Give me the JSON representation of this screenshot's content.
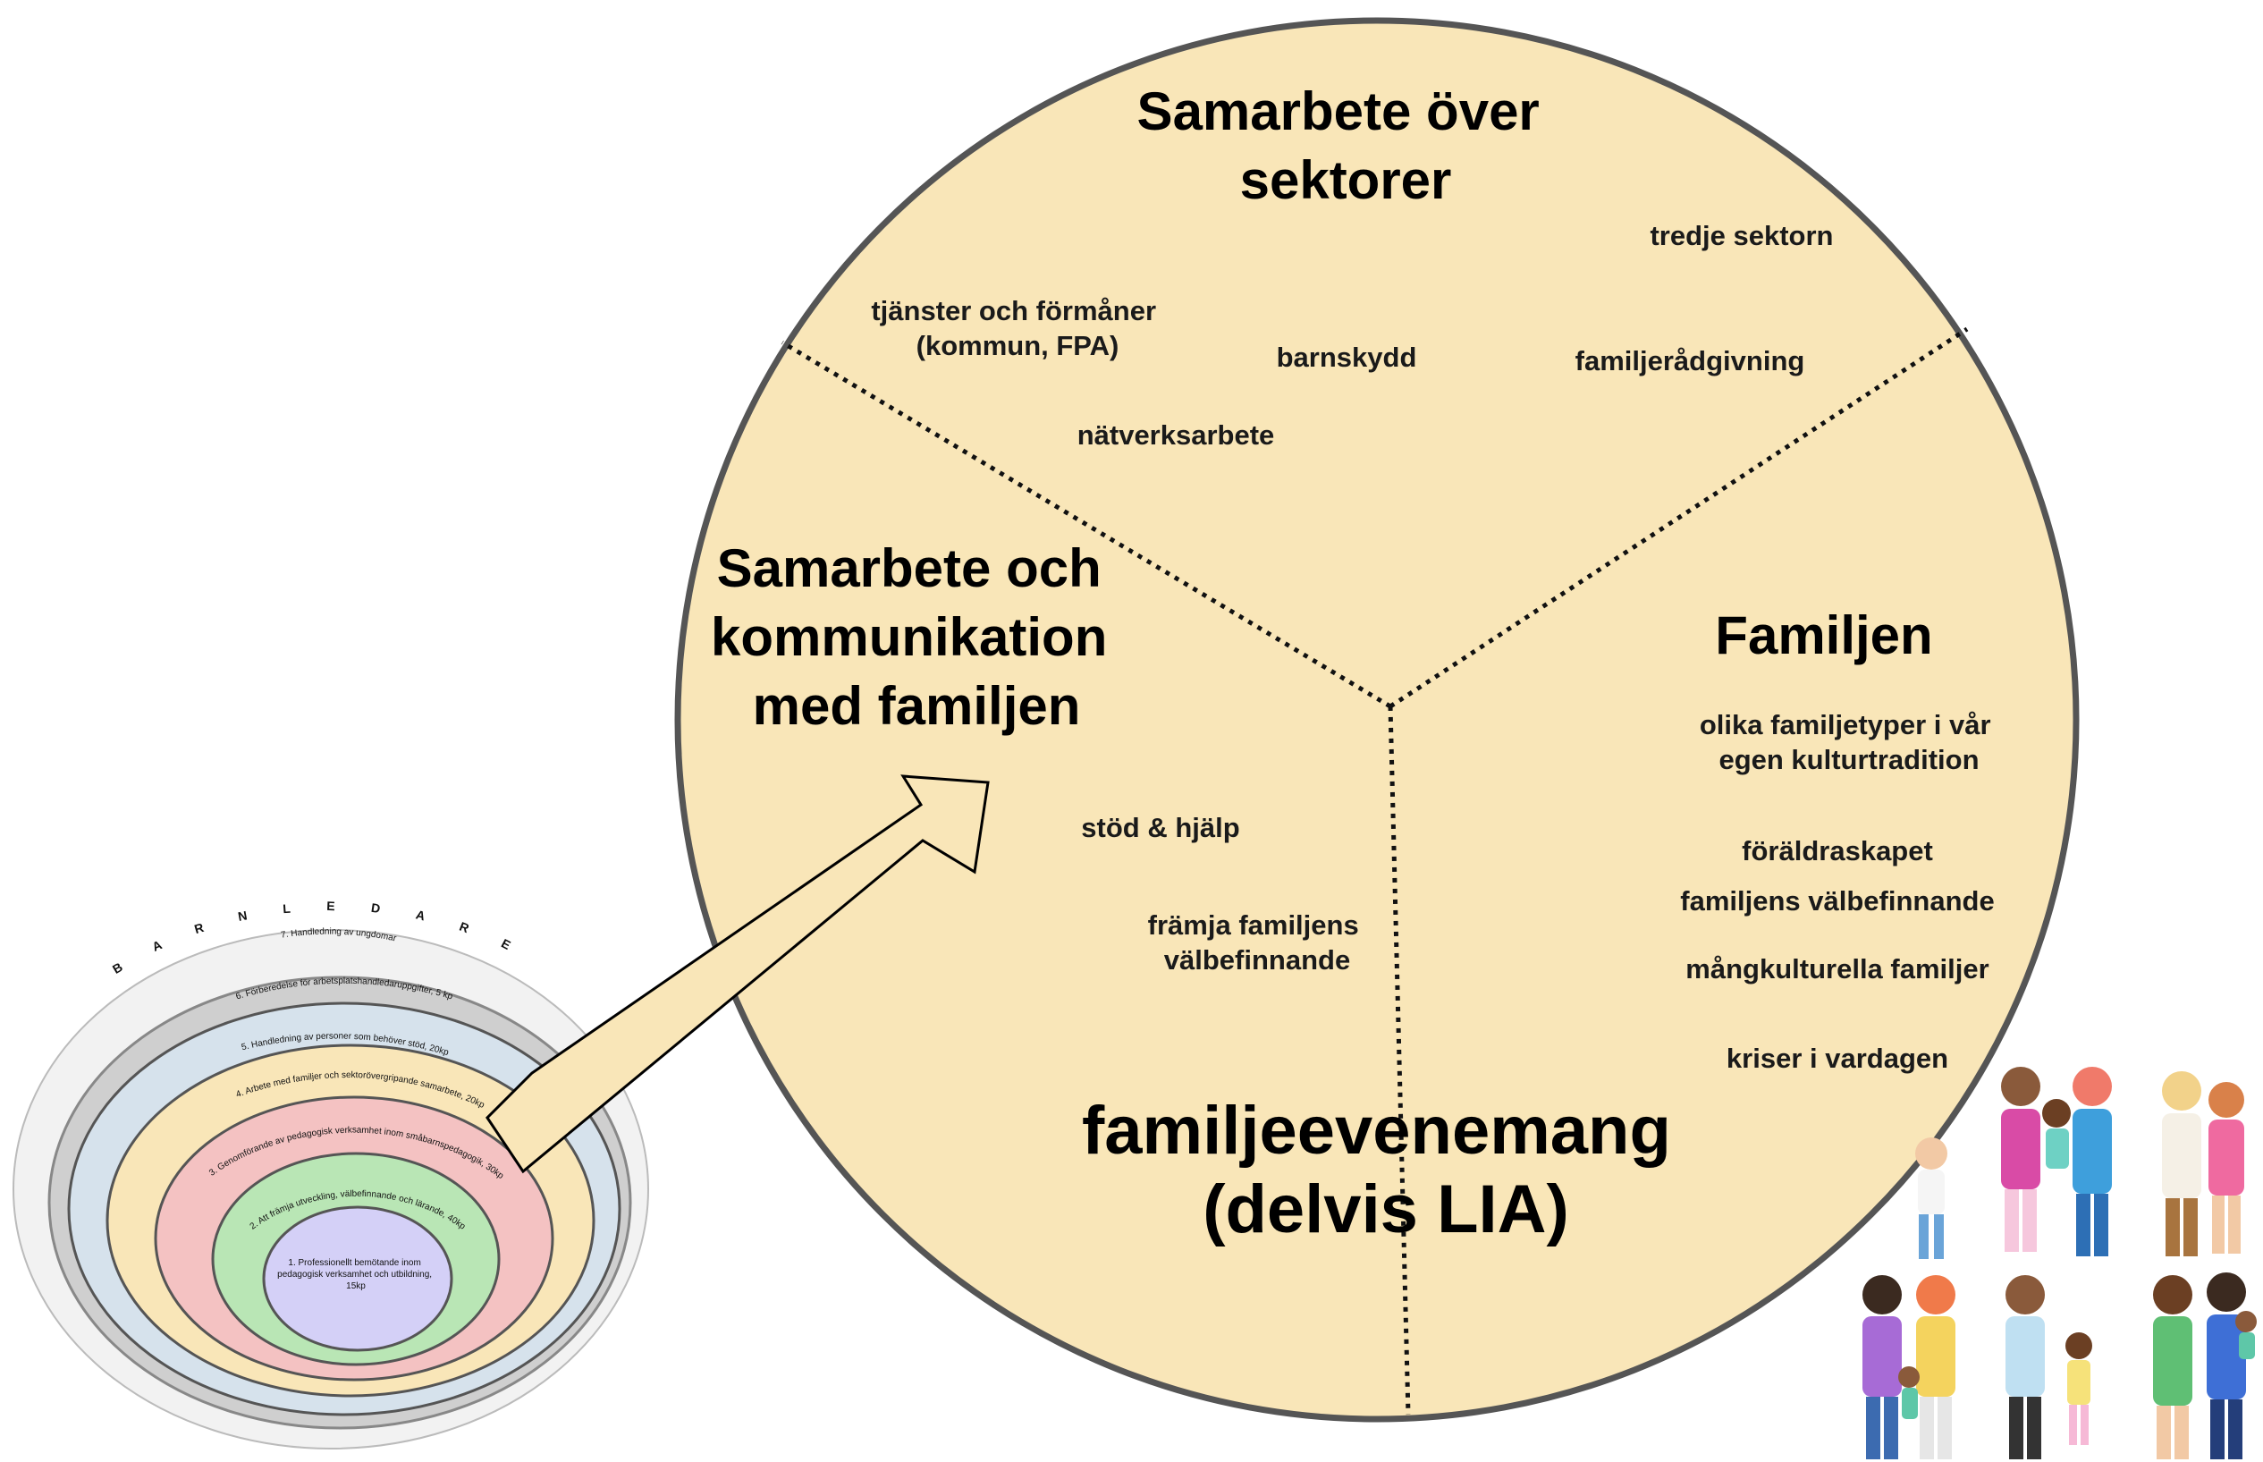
{
  "big_circle": {
    "sections": {
      "top": {
        "title_lines": [
          "Samarbete över",
          "sektorer"
        ],
        "topics": [
          {
            "lines": [
              "tredje sektorn"
            ]
          },
          {
            "lines": [
              "tjänster och förmåner",
              "(kommun, FPA)"
            ]
          },
          {
            "lines": [
              "barnskydd"
            ]
          },
          {
            "lines": [
              "familjerådgivning"
            ]
          },
          {
            "lines": [
              "nätverksarbete"
            ]
          }
        ]
      },
      "left": {
        "title_lines": [
          "Samarbete och",
          "kommunikation",
          "med familjen"
        ],
        "topics": [
          {
            "lines": [
              "stöd & hjälp"
            ]
          },
          {
            "lines": [
              "främja familjens",
              "välbefinnande"
            ]
          }
        ]
      },
      "right": {
        "title_lines": [
          "Familjen"
        ],
        "topics": [
          {
            "lines": [
              "olika familjetyper i vår",
              "egen kulturtradition"
            ]
          },
          {
            "lines": [
              "föräldraskapet"
            ]
          },
          {
            "lines": [
              "familjens välbefinnande"
            ]
          },
          {
            "lines": [
              "mångkulturella familjer"
            ]
          },
          {
            "lines": [
              "kriser i vardagen"
            ]
          }
        ]
      }
    },
    "bottom_title_lines": [
      "familjeevenemang",
      "(delvis LIA)"
    ]
  },
  "small_diagram": {
    "arc_title": "BARNLEDARE",
    "rings": [
      {
        "label": "7. Handledning av ungdomar"
      },
      {
        "label": "6. Förberedelse för arbetsplatshandledaruppgifter, 5 kp"
      },
      {
        "label": "5. Handledning av personer som behöver stöd, 20kp"
      },
      {
        "label": "4. Arbete med familjer och sektorövergripande samarbete, 20kp"
      },
      {
        "label": "3. Genomförande av pedagogisk verksamhet inom småbarnspedagogik, 30kp"
      },
      {
        "label": "2. Att främja utveckling, välbefinnande och lärande, 40kp"
      }
    ],
    "core_lines": [
      "1. Professionellt bemötande inom",
      "pedagogisk verksamhet och utbildning,",
      "15kp"
    ]
  },
  "colors": {
    "circle_fill": "#f9e6b8",
    "circle_stroke": "#555555",
    "arrow_fill": "#f9e6b8",
    "ring_outer": "#f2f2f2",
    "ring_6": "#cfcfcf",
    "ring_5": "#d6e2ec",
    "ring_4": "#f9e6b8",
    "ring_3": "#f4c2c2",
    "ring_2": "#b9e6b5",
    "ring_1": "#d4d0f7"
  },
  "icons": {
    "families": "family-group-icon"
  }
}
